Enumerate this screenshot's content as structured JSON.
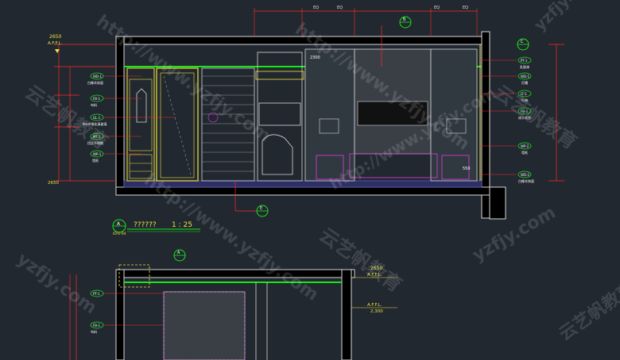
{
  "colors": {
    "background": "#212830",
    "wall": "#000000",
    "outline": "#d8d8d8",
    "dimension": "#ff2a2a",
    "green": "#19e619",
    "yellow": "#f0e23c",
    "magenta": "#e23ce2",
    "hatch": "#5a5aa8"
  },
  "elevation_a": {
    "ffl_height": "2650",
    "ffl_label": "A.F.F.L.",
    "top_dims": [
      "EQ",
      "EQ",
      "EQ",
      "EQ"
    ],
    "dim_2300": "2300",
    "dim_550": "550",
    "section_ref": "B",
    "section_ref_right": "C",
    "section_ref_bottom": "E",
    "left_tags": [
      {
        "code": "WD-1",
        "note": "白橡木饰面"
      },
      {
        "code": "FB-1",
        "note": "布料"
      },
      {
        "code": "GL-1",
        "note": "8mm钢化清玻璃"
      },
      {
        "code": "MT-1",
        "note": "拉丝不锈钢"
      },
      {
        "code": "WP-1",
        "note": "墙纸"
      }
    ],
    "right_tags": [
      {
        "code": "PT-1",
        "note": "乳胶漆"
      },
      {
        "code": "WD-1",
        "note": "灯槽"
      },
      {
        "code": "LT-1",
        "note": "灯带"
      },
      {
        "code": "FB-2",
        "note": "床头软包"
      },
      {
        "code": "WP-2",
        "note": "墙纸"
      },
      {
        "code": "WD-2",
        "note": "白橡木饰面"
      }
    ],
    "title_mark": "A",
    "title_text": "??????",
    "title_scale": "1 : 25",
    "title_sub": "ID-E-04"
  },
  "elevation_b": {
    "ref_mark": "A",
    "ffl_height": "2650",
    "ffl_label": "A.F.F.L.",
    "ffl_label_2": "A.F.F.L.",
    "ffl_height_2": "2,300",
    "left_tags": [
      {
        "code": "PT-1",
        "note": ""
      },
      {
        "code": "FB-1",
        "note": "布料"
      }
    ]
  },
  "watermark": {
    "url": "http://www.yzfjy.com",
    "brand": "云艺帆教育",
    "url_short": "yzfjy.com"
  }
}
